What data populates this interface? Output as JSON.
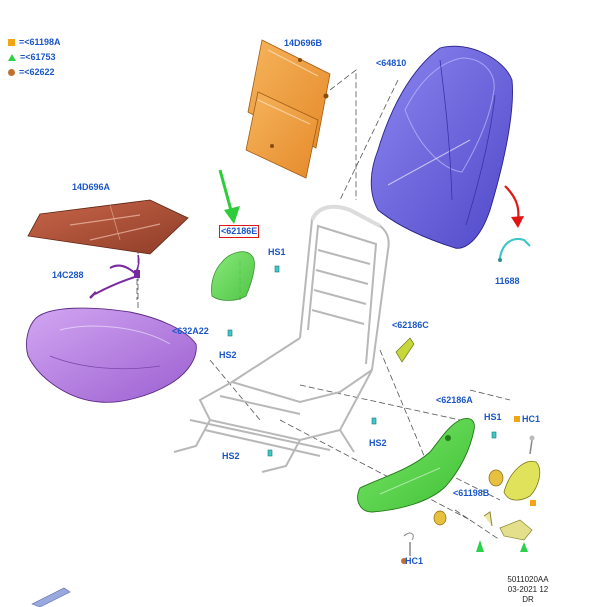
{
  "legend": [
    {
      "shape": "square",
      "color": "#f2a516",
      "text": "=<61198A"
    },
    {
      "shape": "triangle",
      "color": "#2bd14a",
      "text": "=<61753"
    },
    {
      "shape": "circle",
      "color": "#c07030",
      "text": "=<62622"
    }
  ],
  "labels": {
    "l14d696b": "14D696B",
    "l64810": "<64810",
    "l14d696a": "14D696A",
    "l62186e": "<62186E",
    "lhs1_top": "HS1",
    "l14c288": "14C288",
    "l632a22": "<632A22",
    "l62186c": "<62186C",
    "l11688": "11688",
    "lhs2_left": "HS2",
    "lhs2_mid": "HS2",
    "lhs2_low": "HS2",
    "l62186a": "<62186A",
    "lhs1_right": "HS1",
    "lhc1_right": "HC1",
    "l61198b": "<61198B",
    "lhc1_bottom": "HC1"
  },
  "footer": {
    "code": "5011020AA",
    "date": "03-2021 12",
    "side": "DR"
  },
  "colors": {
    "label": "#1a56c8",
    "orange": "#f0a044",
    "blue": "#6a62e0",
    "brown": "#b4553a",
    "purple": "#b77fe2",
    "green": "#56d94a",
    "frame": "#c9c9c9",
    "arrow_green": "#2ecc3a",
    "arrow_red": "#e01515"
  }
}
